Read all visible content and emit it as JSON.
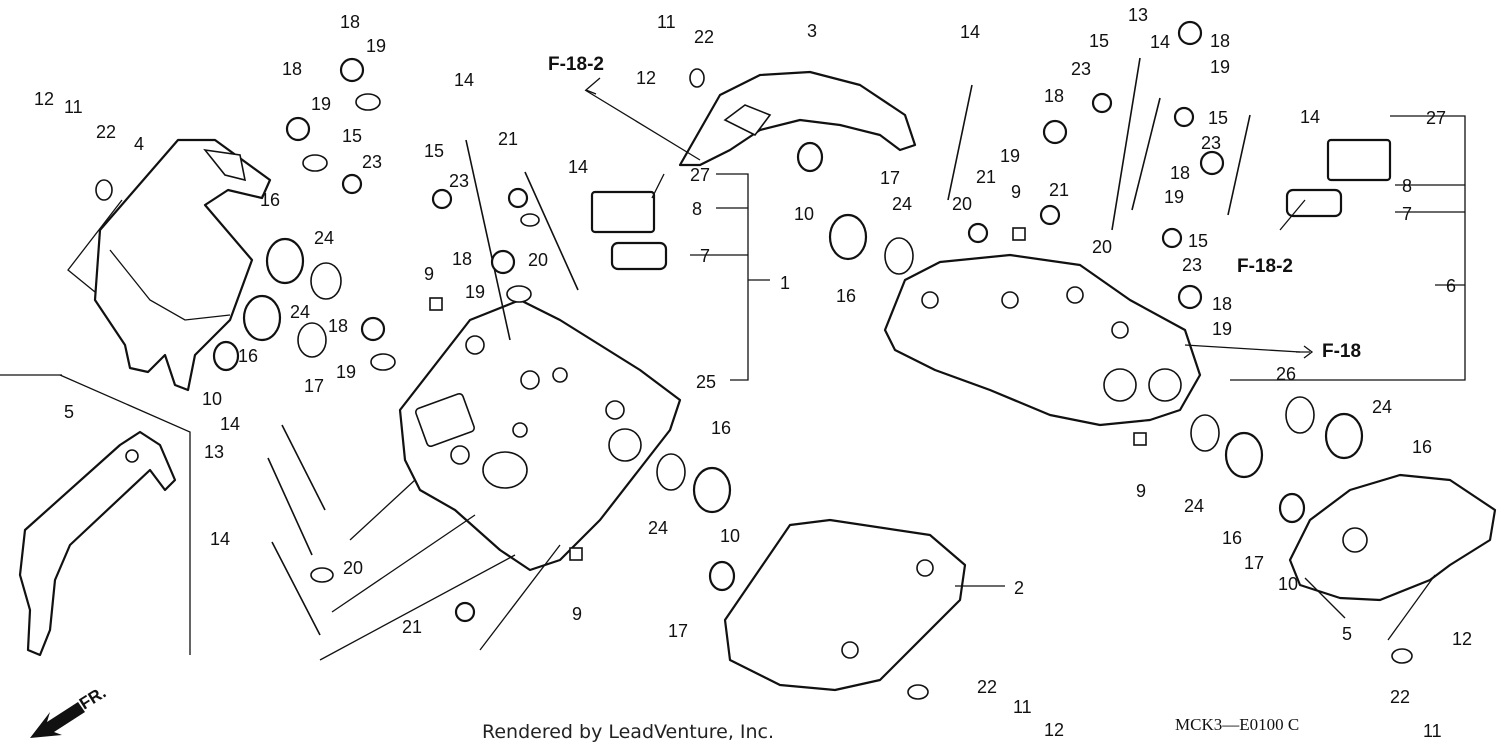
{
  "diagram": {
    "callouts": [
      {
        "id": "c1",
        "text": "1"
      },
      {
        "id": "c2",
        "text": "2"
      },
      {
        "id": "c3",
        "text": "3"
      },
      {
        "id": "c4",
        "text": "4"
      },
      {
        "id": "c5a",
        "text": "5"
      },
      {
        "id": "c5b",
        "text": "5"
      },
      {
        "id": "c6",
        "text": "6"
      },
      {
        "id": "c7a",
        "text": "7"
      },
      {
        "id": "c7b",
        "text": "7"
      },
      {
        "id": "c8a",
        "text": "8"
      },
      {
        "id": "c8b",
        "text": "8"
      },
      {
        "id": "c9a",
        "text": "9"
      },
      {
        "id": "c9b",
        "text": "9"
      },
      {
        "id": "c9c",
        "text": "9"
      },
      {
        "id": "c9d",
        "text": "9"
      },
      {
        "id": "c10a",
        "text": "10"
      },
      {
        "id": "c10b",
        "text": "10"
      },
      {
        "id": "c10c",
        "text": "10"
      },
      {
        "id": "c10d",
        "text": "10"
      },
      {
        "id": "c11a",
        "text": "11"
      },
      {
        "id": "c11b",
        "text": "11"
      },
      {
        "id": "c11c",
        "text": "11"
      },
      {
        "id": "c11d",
        "text": "11"
      },
      {
        "id": "c12a",
        "text": "12"
      },
      {
        "id": "c12b",
        "text": "12"
      },
      {
        "id": "c12c",
        "text": "12"
      },
      {
        "id": "c12d",
        "text": "12"
      },
      {
        "id": "c13a",
        "text": "13"
      },
      {
        "id": "c13b",
        "text": "13"
      },
      {
        "id": "c14a",
        "text": "14"
      },
      {
        "id": "c14b",
        "text": "14"
      },
      {
        "id": "c14c",
        "text": "14"
      },
      {
        "id": "c14d",
        "text": "14"
      },
      {
        "id": "c14e",
        "text": "14"
      },
      {
        "id": "c14f",
        "text": "14"
      },
      {
        "id": "c14g",
        "text": "14"
      },
      {
        "id": "c15a",
        "text": "15"
      },
      {
        "id": "c15b",
        "text": "15"
      },
      {
        "id": "c15c",
        "text": "15"
      },
      {
        "id": "c15d",
        "text": "15"
      },
      {
        "id": "c15e",
        "text": "15"
      },
      {
        "id": "c16a",
        "text": "16"
      },
      {
        "id": "c16b",
        "text": "16"
      },
      {
        "id": "c16c",
        "text": "16"
      },
      {
        "id": "c16d",
        "text": "16"
      },
      {
        "id": "c16e",
        "text": "16"
      },
      {
        "id": "c16f",
        "text": "16"
      },
      {
        "id": "c17a",
        "text": "17"
      },
      {
        "id": "c17b",
        "text": "17"
      },
      {
        "id": "c17c",
        "text": "17"
      },
      {
        "id": "c17d",
        "text": "17"
      },
      {
        "id": "c18a",
        "text": "18"
      },
      {
        "id": "c18b",
        "text": "18"
      },
      {
        "id": "c18c",
        "text": "18"
      },
      {
        "id": "c18d",
        "text": "18"
      },
      {
        "id": "c18e",
        "text": "18"
      },
      {
        "id": "c18f",
        "text": "18"
      },
      {
        "id": "c18g",
        "text": "18"
      },
      {
        "id": "c18h",
        "text": "18"
      },
      {
        "id": "c19a",
        "text": "19"
      },
      {
        "id": "c19b",
        "text": "19"
      },
      {
        "id": "c19c",
        "text": "19"
      },
      {
        "id": "c19d",
        "text": "19"
      },
      {
        "id": "c19e",
        "text": "19"
      },
      {
        "id": "c19f",
        "text": "19"
      },
      {
        "id": "c19g",
        "text": "19"
      },
      {
        "id": "c19h",
        "text": "19"
      },
      {
        "id": "c20a",
        "text": "20"
      },
      {
        "id": "c20b",
        "text": "20"
      },
      {
        "id": "c20c",
        "text": "20"
      },
      {
        "id": "c20d",
        "text": "20"
      },
      {
        "id": "c21a",
        "text": "21"
      },
      {
        "id": "c21b",
        "text": "21"
      },
      {
        "id": "c21c",
        "text": "21"
      },
      {
        "id": "c21d",
        "text": "21"
      },
      {
        "id": "c22a",
        "text": "22"
      },
      {
        "id": "c22b",
        "text": "22"
      },
      {
        "id": "c22c",
        "text": "22"
      },
      {
        "id": "c22d",
        "text": "22"
      },
      {
        "id": "c23a",
        "text": "23"
      },
      {
        "id": "c23b",
        "text": "23"
      },
      {
        "id": "c23c",
        "text": "23"
      },
      {
        "id": "c23d",
        "text": "23"
      },
      {
        "id": "c23e",
        "text": "23"
      },
      {
        "id": "c24a",
        "text": "24"
      },
      {
        "id": "c24b",
        "text": "24"
      },
      {
        "id": "c24c",
        "text": "24"
      },
      {
        "id": "c24d",
        "text": "24"
      },
      {
        "id": "c24e",
        "text": "24"
      },
      {
        "id": "c24f",
        "text": "24"
      },
      {
        "id": "c25",
        "text": "25"
      },
      {
        "id": "c26",
        "text": "26"
      },
      {
        "id": "c27a",
        "text": "27"
      },
      {
        "id": "c27b",
        "text": "27"
      }
    ],
    "references": [
      {
        "id": "ref1",
        "text": "F-18-2"
      },
      {
        "id": "ref2",
        "text": "F-18-2"
      },
      {
        "id": "ref3",
        "text": "F-18"
      }
    ],
    "front_marker": "FR.",
    "footer_credit": "Rendered by LeadVenture, Inc.",
    "diagram_code": "MCK3—E0100 C"
  }
}
